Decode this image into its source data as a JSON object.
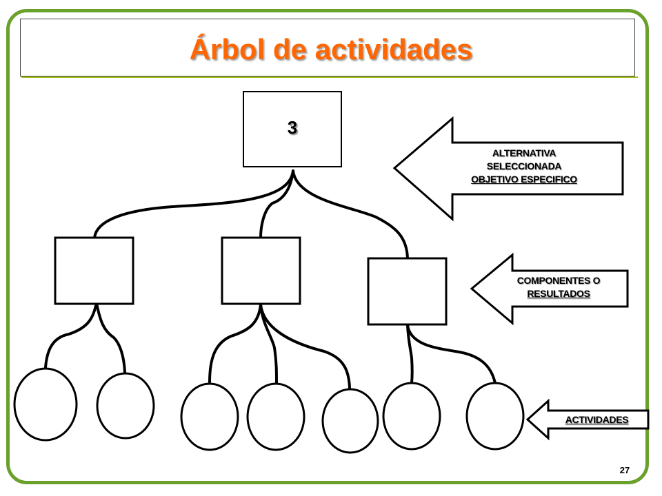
{
  "slide": {
    "title": "Árbol de actividades",
    "page_number": "27"
  },
  "tree": {
    "root_label": "3",
    "components_count": 3,
    "activities_count": 7
  },
  "arrows": {
    "objective": [
      "ALTERNATIVA",
      "SELECCIONADA",
      "OBJETIVO ESPECIFICO"
    ],
    "components": [
      "COMPONENTES O",
      "RESULTADOS"
    ],
    "activities": [
      "ACTIVIDADES"
    ]
  },
  "colors": {
    "frame": "#6aa02c",
    "title": "#ff6600",
    "underline": "#9fbf1f"
  }
}
